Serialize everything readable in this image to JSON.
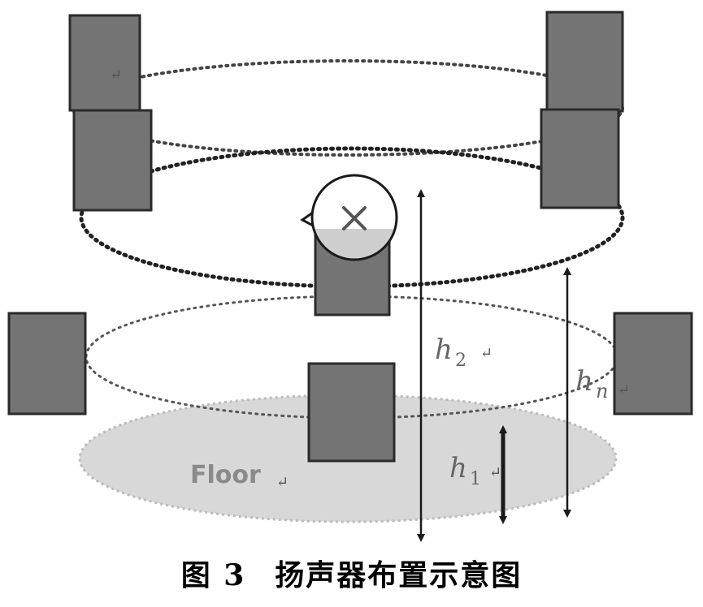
{
  "diagram": {
    "floor_label": "Floor",
    "height_labels": {
      "h1": {
        "base": "h",
        "sub": "1"
      },
      "h2": {
        "base": "h",
        "sub": "2"
      },
      "hn": {
        "base": "h",
        "sub": "n"
      }
    },
    "listener_icon": "listener-head-icon",
    "return_mark": "↵"
  },
  "caption": {
    "figure_number": "图 3",
    "title": "扬声器布置示意图"
  }
}
